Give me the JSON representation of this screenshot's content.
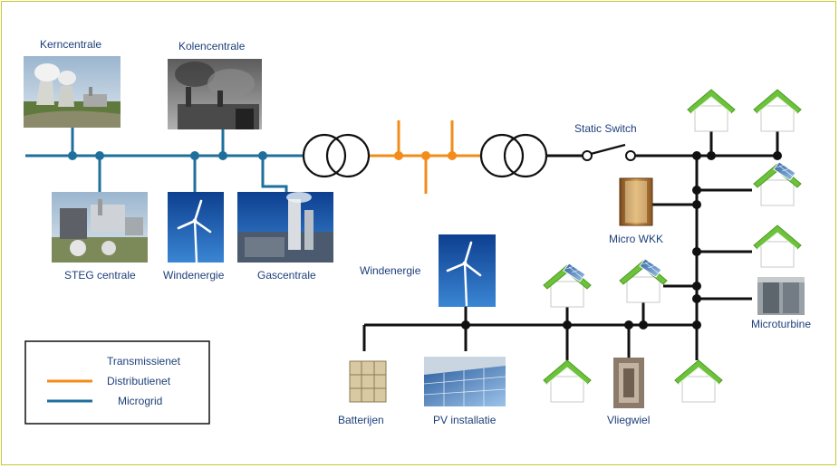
{
  "colors": {
    "microgrid": "#1f6f9c",
    "distribution": "#f28c1b",
    "lowvoltage": "#111111",
    "label": "#1d3f7a",
    "frame": "#c8c82a",
    "roof": "#6cc23a"
  },
  "labels": {
    "kerncentrale": "Kerncentrale",
    "kolencentrale": "Kolencentrale",
    "steg": "STEG centrale",
    "windenergie_grid": "Windenergie",
    "gascentrale": "Gascentrale",
    "windenergie_local": "Windenergie",
    "static_switch": "Static Switch",
    "micro_wkk": "Micro WKK",
    "microturbine": "Microturbine",
    "batterijen": "Batterijen",
    "pv": "PV installatie",
    "vliegwiel": "Vliegwiel"
  },
  "legend": {
    "items": [
      {
        "label": "Transmissienet",
        "color": "",
        "icon": "none"
      },
      {
        "label": "Distributienet",
        "color": "#f28c1b",
        "icon": "line"
      },
      {
        "label": "Microgrid",
        "color": "#1f6f9c",
        "icon": "line"
      }
    ]
  },
  "icons": {
    "house": "house-icon",
    "solar_house": "solar-house-icon",
    "transformer": "transformer-icon",
    "switch": "switch-icon",
    "wind_turbine": "wind-turbine-icon",
    "battery": "battery-icon",
    "pv_panel": "pv-panel-icon",
    "flywheel": "flywheel-icon",
    "nuclear_plant": "nuclear-plant-icon",
    "coal_plant": "coal-plant-icon",
    "gas_plant": "gas-plant-icon",
    "steg_plant": "steg-plant-icon",
    "chp_unit": "micro-wkk-icon",
    "microturbine_unit": "microturbine-icon"
  }
}
